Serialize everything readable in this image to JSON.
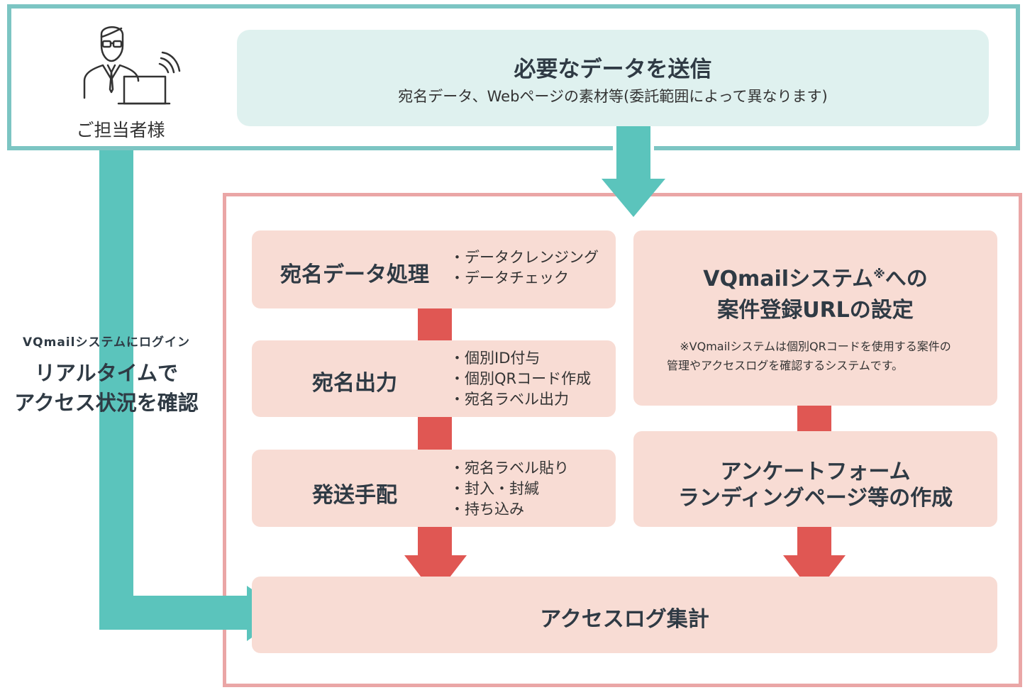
{
  "colors": {
    "teal": "#5bc4bc",
    "teal_frame": "#7cc5c3",
    "send_bg": "#dff1ef",
    "pink_box": "#f8dcd4",
    "pink_frame": "#eaa6a6",
    "red_arrow": "#e05753",
    "text": "#2f3a44"
  },
  "client": {
    "caption": "ご担当者様",
    "icon": "person-with-laptop-icon"
  },
  "send": {
    "title": "必要なデータを送信",
    "subtitle": "宛名データ、Webページの素材等(委託範囲によって異なります)"
  },
  "left_steps": [
    {
      "title": "宛名データ処理",
      "bullets": [
        "・データクレンジング",
        "・データチェック"
      ]
    },
    {
      "title": "宛名出力",
      "bullets": [
        "・個別ID付与",
        "・個別QRコード作成",
        "・宛名ラベル出力"
      ]
    },
    {
      "title": "発送手配",
      "bullets": [
        "・宛名ラベル貼り",
        "・封入・封緘",
        "・持ち込み"
      ]
    }
  ],
  "right_steps": {
    "vq": {
      "title_line1": "VQmailシステム",
      "title_sup": "※",
      "title_line1_tail": "への",
      "title_line2": "案件登録URLの設定",
      "note_line1": "※VQmailシステムは個別QRコードを使用する案件の",
      "note_line2": "管理やアクセスログを確認するシステムです。"
    },
    "form": {
      "title_line1": "アンケートフォーム",
      "title_line2": "ランディングページ等の作成"
    }
  },
  "bottom": {
    "title": "アクセスログ集計"
  },
  "side_label": {
    "small": "VQmailシステムにログイン",
    "big_line1": "リアルタイムで",
    "big_line2": "アクセス状況を確認"
  }
}
